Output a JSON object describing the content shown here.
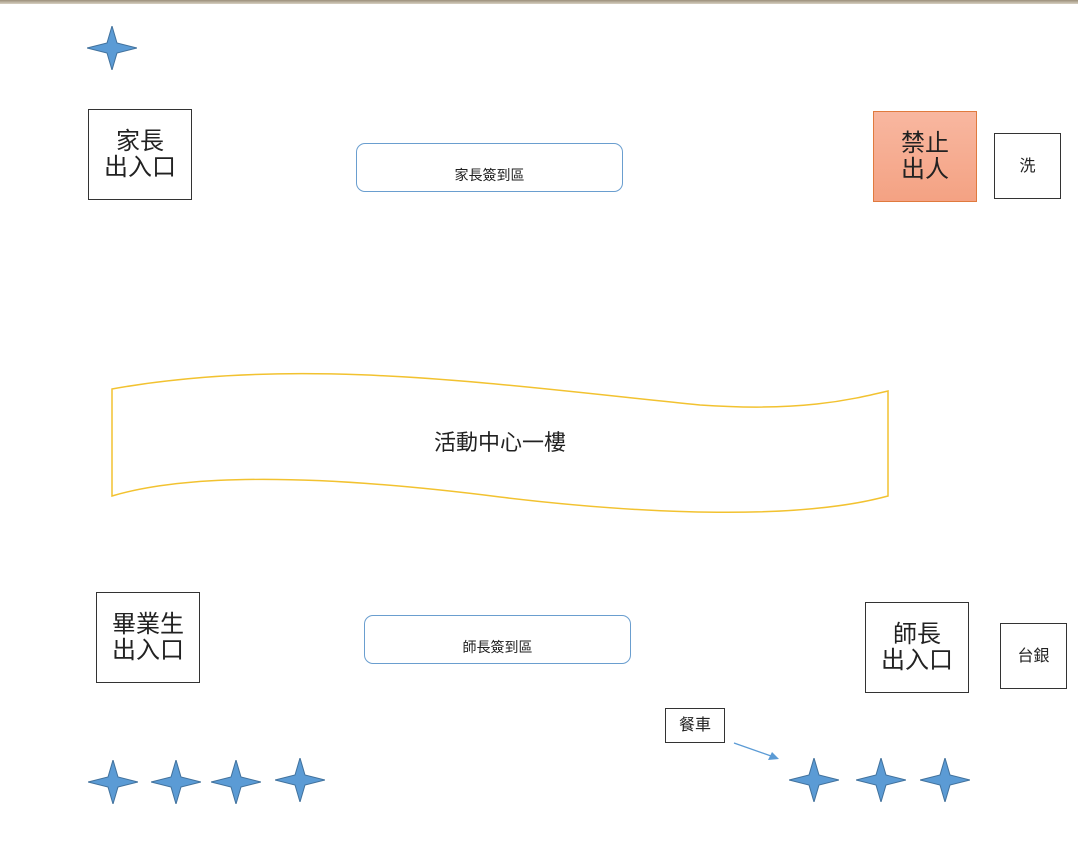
{
  "colors": {
    "star": "#5b9bd5",
    "prohibited_fill": "#f4a283",
    "prohibited_border": "#e07a3e",
    "banner_stroke": "#f2c230",
    "pill_border": "#6a9ecf",
    "arrow": "#5b9bd5"
  },
  "exits": {
    "parents": "家長\n出入口",
    "graduates": "畢業生\n出入口",
    "teachers": "師長\n出入口"
  },
  "no_entry": "禁止\n出人",
  "wash": "洗",
  "stage": "台銀",
  "food_cart": "餐車",
  "checkin": {
    "parents": "家長簽到區",
    "teachers": "師長簽到區"
  },
  "banner": "活動中心一樓",
  "icons": {
    "star": "four-point-star-icon",
    "arrow": "arrow-icon"
  }
}
